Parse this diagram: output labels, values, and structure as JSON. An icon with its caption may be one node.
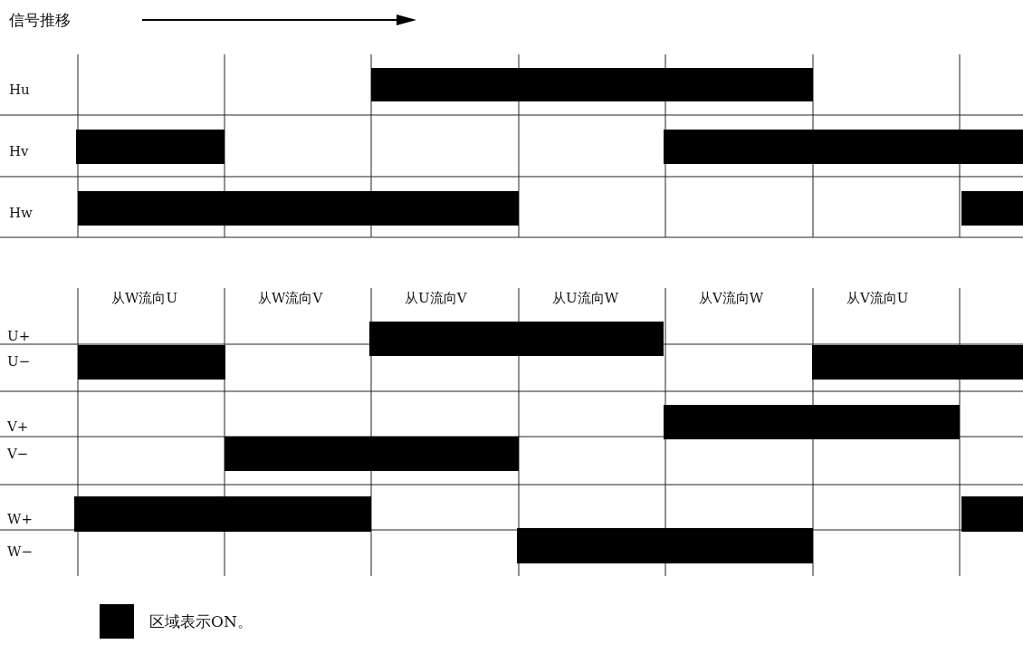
{
  "diagram": {
    "nodes": [
      {
        "text": [],
        "shape": "bar"
      },
      {
        "text": [],
        "shape": "bar"
      },
      {
        "text": [],
        "shape": "bar"
      },
      {
        "text": [],
        "shape": "bar"
      },
      {
        "text": [],
        "shape": "bar"
      },
      {
        "text": [],
        "shape": "bar"
      },
      {
        "text": [],
        "shape": "bar"
      },
      {
        "text": [],
        "shape": "bar"
      },
      {
        "text": [],
        "shape": "bar"
      },
      {
        "text": [],
        "shape": "bar"
      },
      {
        "text": [],
        "shape": "bar"
      },
      {
        "text": [],
        "shape": "bar"
      },
      {
        "text": [],
        "shape": "bar"
      }
    ],
    "edges": [],
    "labels": [
      "信号推移",
      "Hu",
      "Hv",
      "Hw",
      "从W流向U",
      "从W流向V",
      "从U流向V",
      "从U流向W",
      "从V流向W",
      "从V流向U",
      "U+",
      "U−",
      "V+",
      "V−",
      "W+",
      "W−"
    ],
    "legend": [
      {
        "text": "区域表示ON。",
        "color": "#000000"
      }
    ]
  }
}
